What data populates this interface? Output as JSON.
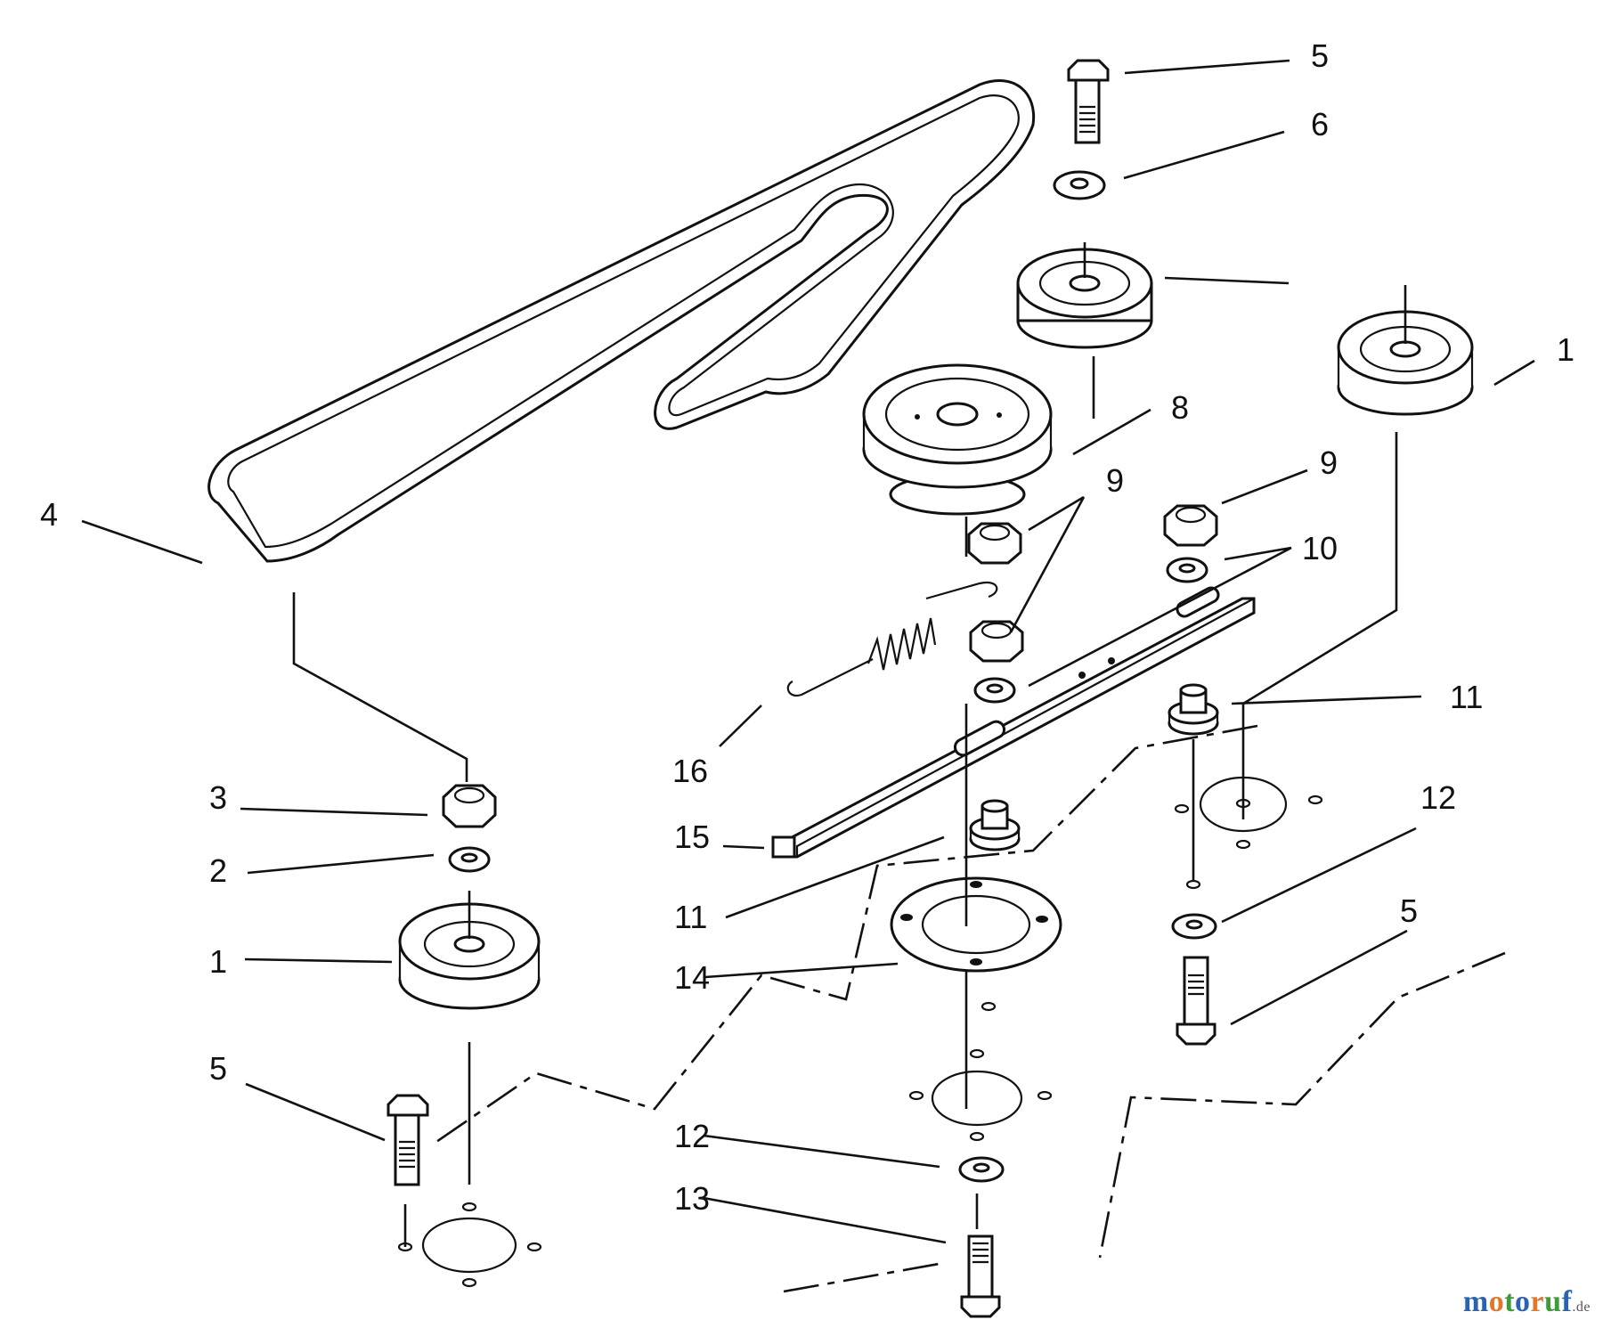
{
  "diagram": {
    "callouts": [
      {
        "id": "c5a",
        "text": "5"
      },
      {
        "id": "c6",
        "text": "6"
      },
      {
        "id": "c1a",
        "text": "1"
      },
      {
        "id": "c8",
        "text": "8"
      },
      {
        "id": "c9a",
        "text": "9"
      },
      {
        "id": "c9b",
        "text": "9"
      },
      {
        "id": "c10",
        "text": "10"
      },
      {
        "id": "c4",
        "text": "4"
      },
      {
        "id": "c11a",
        "text": "11"
      },
      {
        "id": "c16",
        "text": "16"
      },
      {
        "id": "c3",
        "text": "3"
      },
      {
        "id": "c15",
        "text": "15"
      },
      {
        "id": "c12a",
        "text": "12"
      },
      {
        "id": "c2",
        "text": "2"
      },
      {
        "id": "c11b",
        "text": "11"
      },
      {
        "id": "c1b",
        "text": "1"
      },
      {
        "id": "c14",
        "text": "14"
      },
      {
        "id": "c5b",
        "text": "5"
      },
      {
        "id": "c5c",
        "text": "5"
      },
      {
        "id": "c12b",
        "text": "12"
      },
      {
        "id": "c13",
        "text": "13"
      }
    ]
  },
  "watermark": {
    "text_main": "motoruf",
    "text_suffix": ".de"
  },
  "colors": {
    "line": "#111111",
    "background": "#ffffff",
    "wm1": "#2c63b0",
    "wm2": "#e0782a",
    "wm3": "#3f9a3a"
  }
}
